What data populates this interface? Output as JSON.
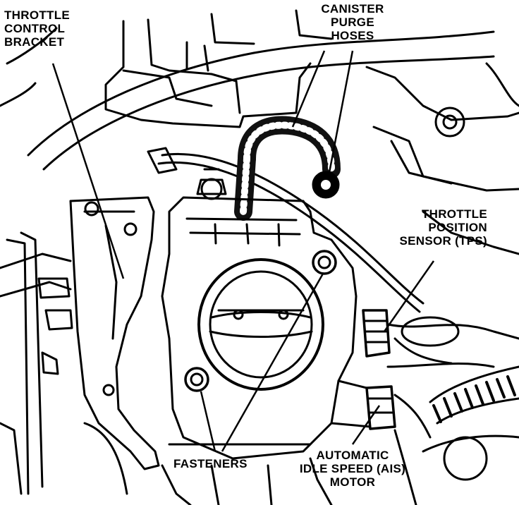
{
  "callouts": {
    "throttle_control_bracket": [
      "THROTTLE",
      "CONTROL",
      "BRACKET"
    ],
    "canister_purge_hoses": [
      "CANISTER",
      "PURGE",
      "HOSES"
    ],
    "throttle_position_sensor": [
      "THROTTLE",
      "POSITION",
      "SENSOR (TPS)"
    ],
    "fasteners": [
      "FASTENERS"
    ],
    "ais_motor": [
      "AUTOMATIC",
      "IDLE SPEED (AIS)",
      "MOTOR"
    ]
  },
  "colors": {
    "ink": "#000000",
    "paper": "#ffffff"
  }
}
